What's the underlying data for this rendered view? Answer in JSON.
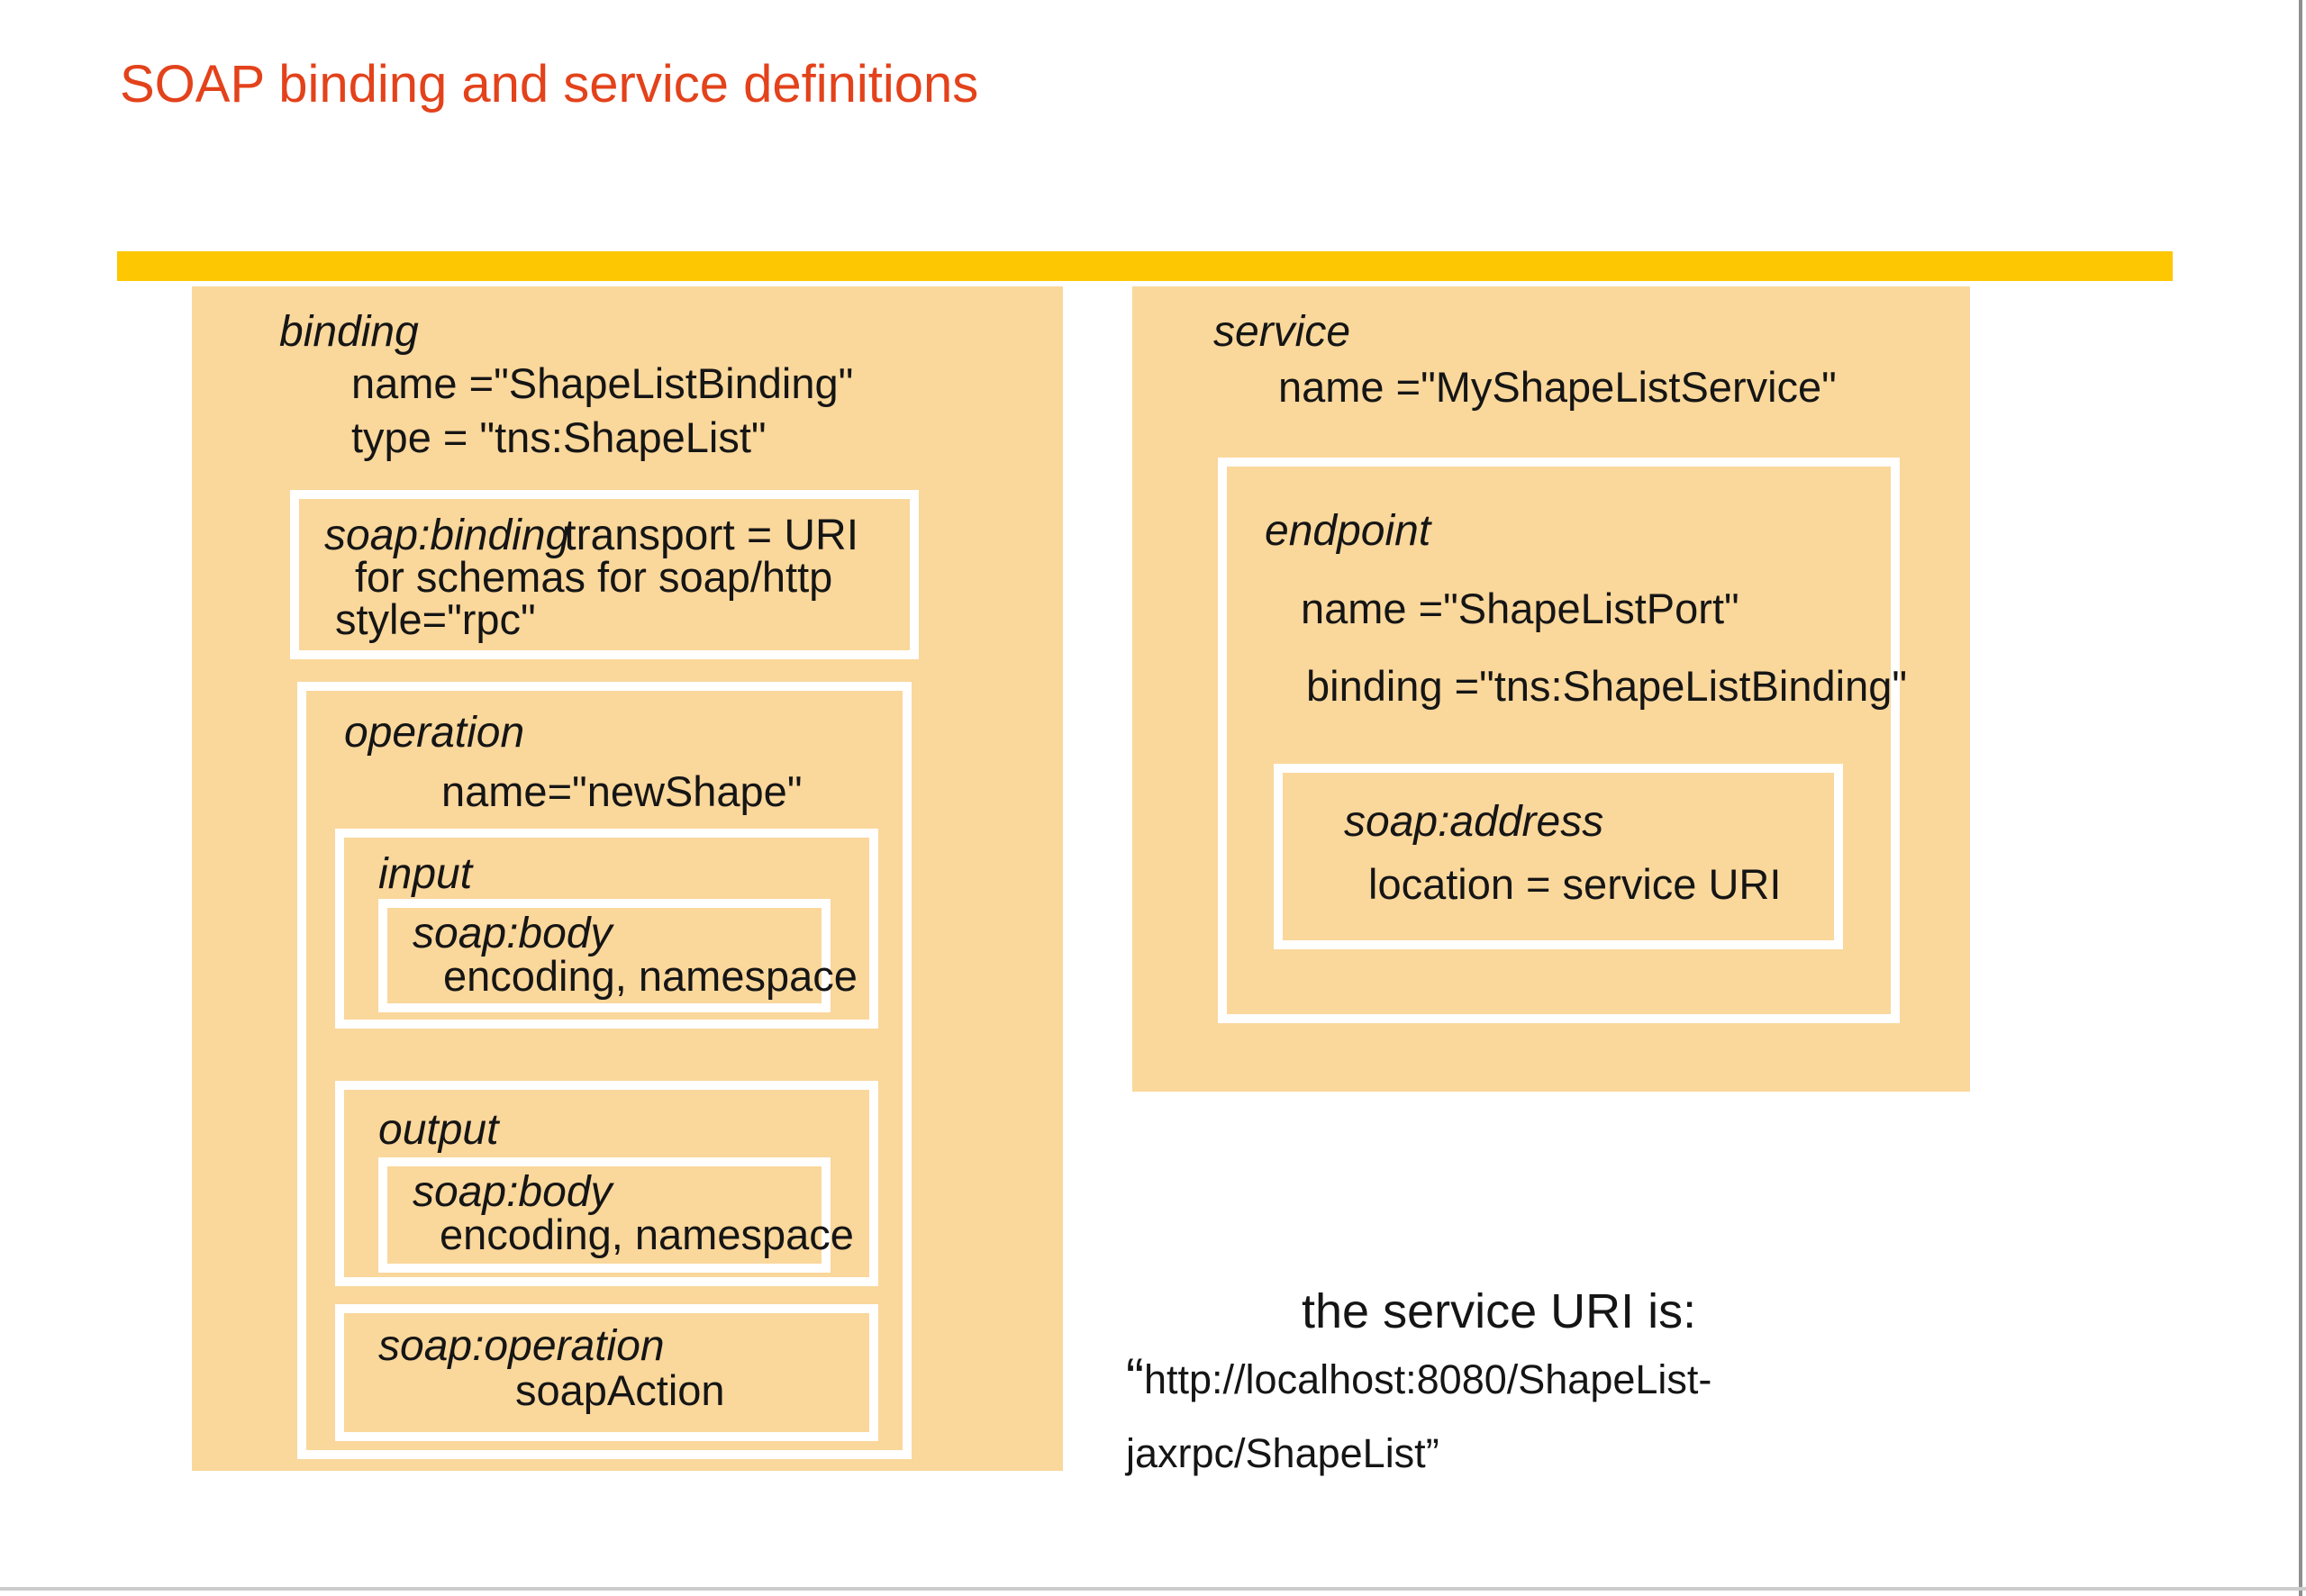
{
  "slide": {
    "title": "SOAP binding and service definitions"
  },
  "colors": {
    "title_red": "#e3421b",
    "accent_gold": "#fdc702",
    "panel_tan": "#fad79b",
    "box_border_white": "#ffffff",
    "text_black": "#151515"
  },
  "binding_panel": {
    "label": "binding",
    "name_line": "name =\"ShapeListBinding\"",
    "type_line": "type = \"tns:ShapeList\"",
    "soap_binding": {
      "label": "soap:binding",
      "transport_line": "transport = URI",
      "transport_line2": "for schemas for soap/http",
      "style_line": "style=\"rpc\""
    },
    "operation": {
      "label": "operation",
      "name_line": "name=\"newShape\"",
      "input": {
        "label": "input",
        "soap_body": {
          "label": "soap:body",
          "params": "encoding, namespace"
        }
      },
      "output": {
        "label": "output",
        "soap_body": {
          "label": "soap:body",
          "params": "encoding, namespace"
        }
      },
      "soap_operation": {
        "label": "soap:operation",
        "action": "soapAction"
      }
    }
  },
  "service_panel": {
    "label": "service",
    "name_line": "name =\"MyShapeListService\"",
    "endpoint": {
      "label": "endpoint",
      "name_line": "name =\"ShapeListPort\"",
      "binding_line": "binding =\"tns:ShapeListBinding\"",
      "soap_address": {
        "label": "soap:address",
        "location_line": "location = service URI"
      }
    }
  },
  "footnote": {
    "heading": "the service URI is:",
    "open_quote": "“",
    "uri_line1": "http://localhost:8080/ShapeList-",
    "uri_line2": "jaxrpc/ShapeList",
    "close_quote": "”"
  }
}
